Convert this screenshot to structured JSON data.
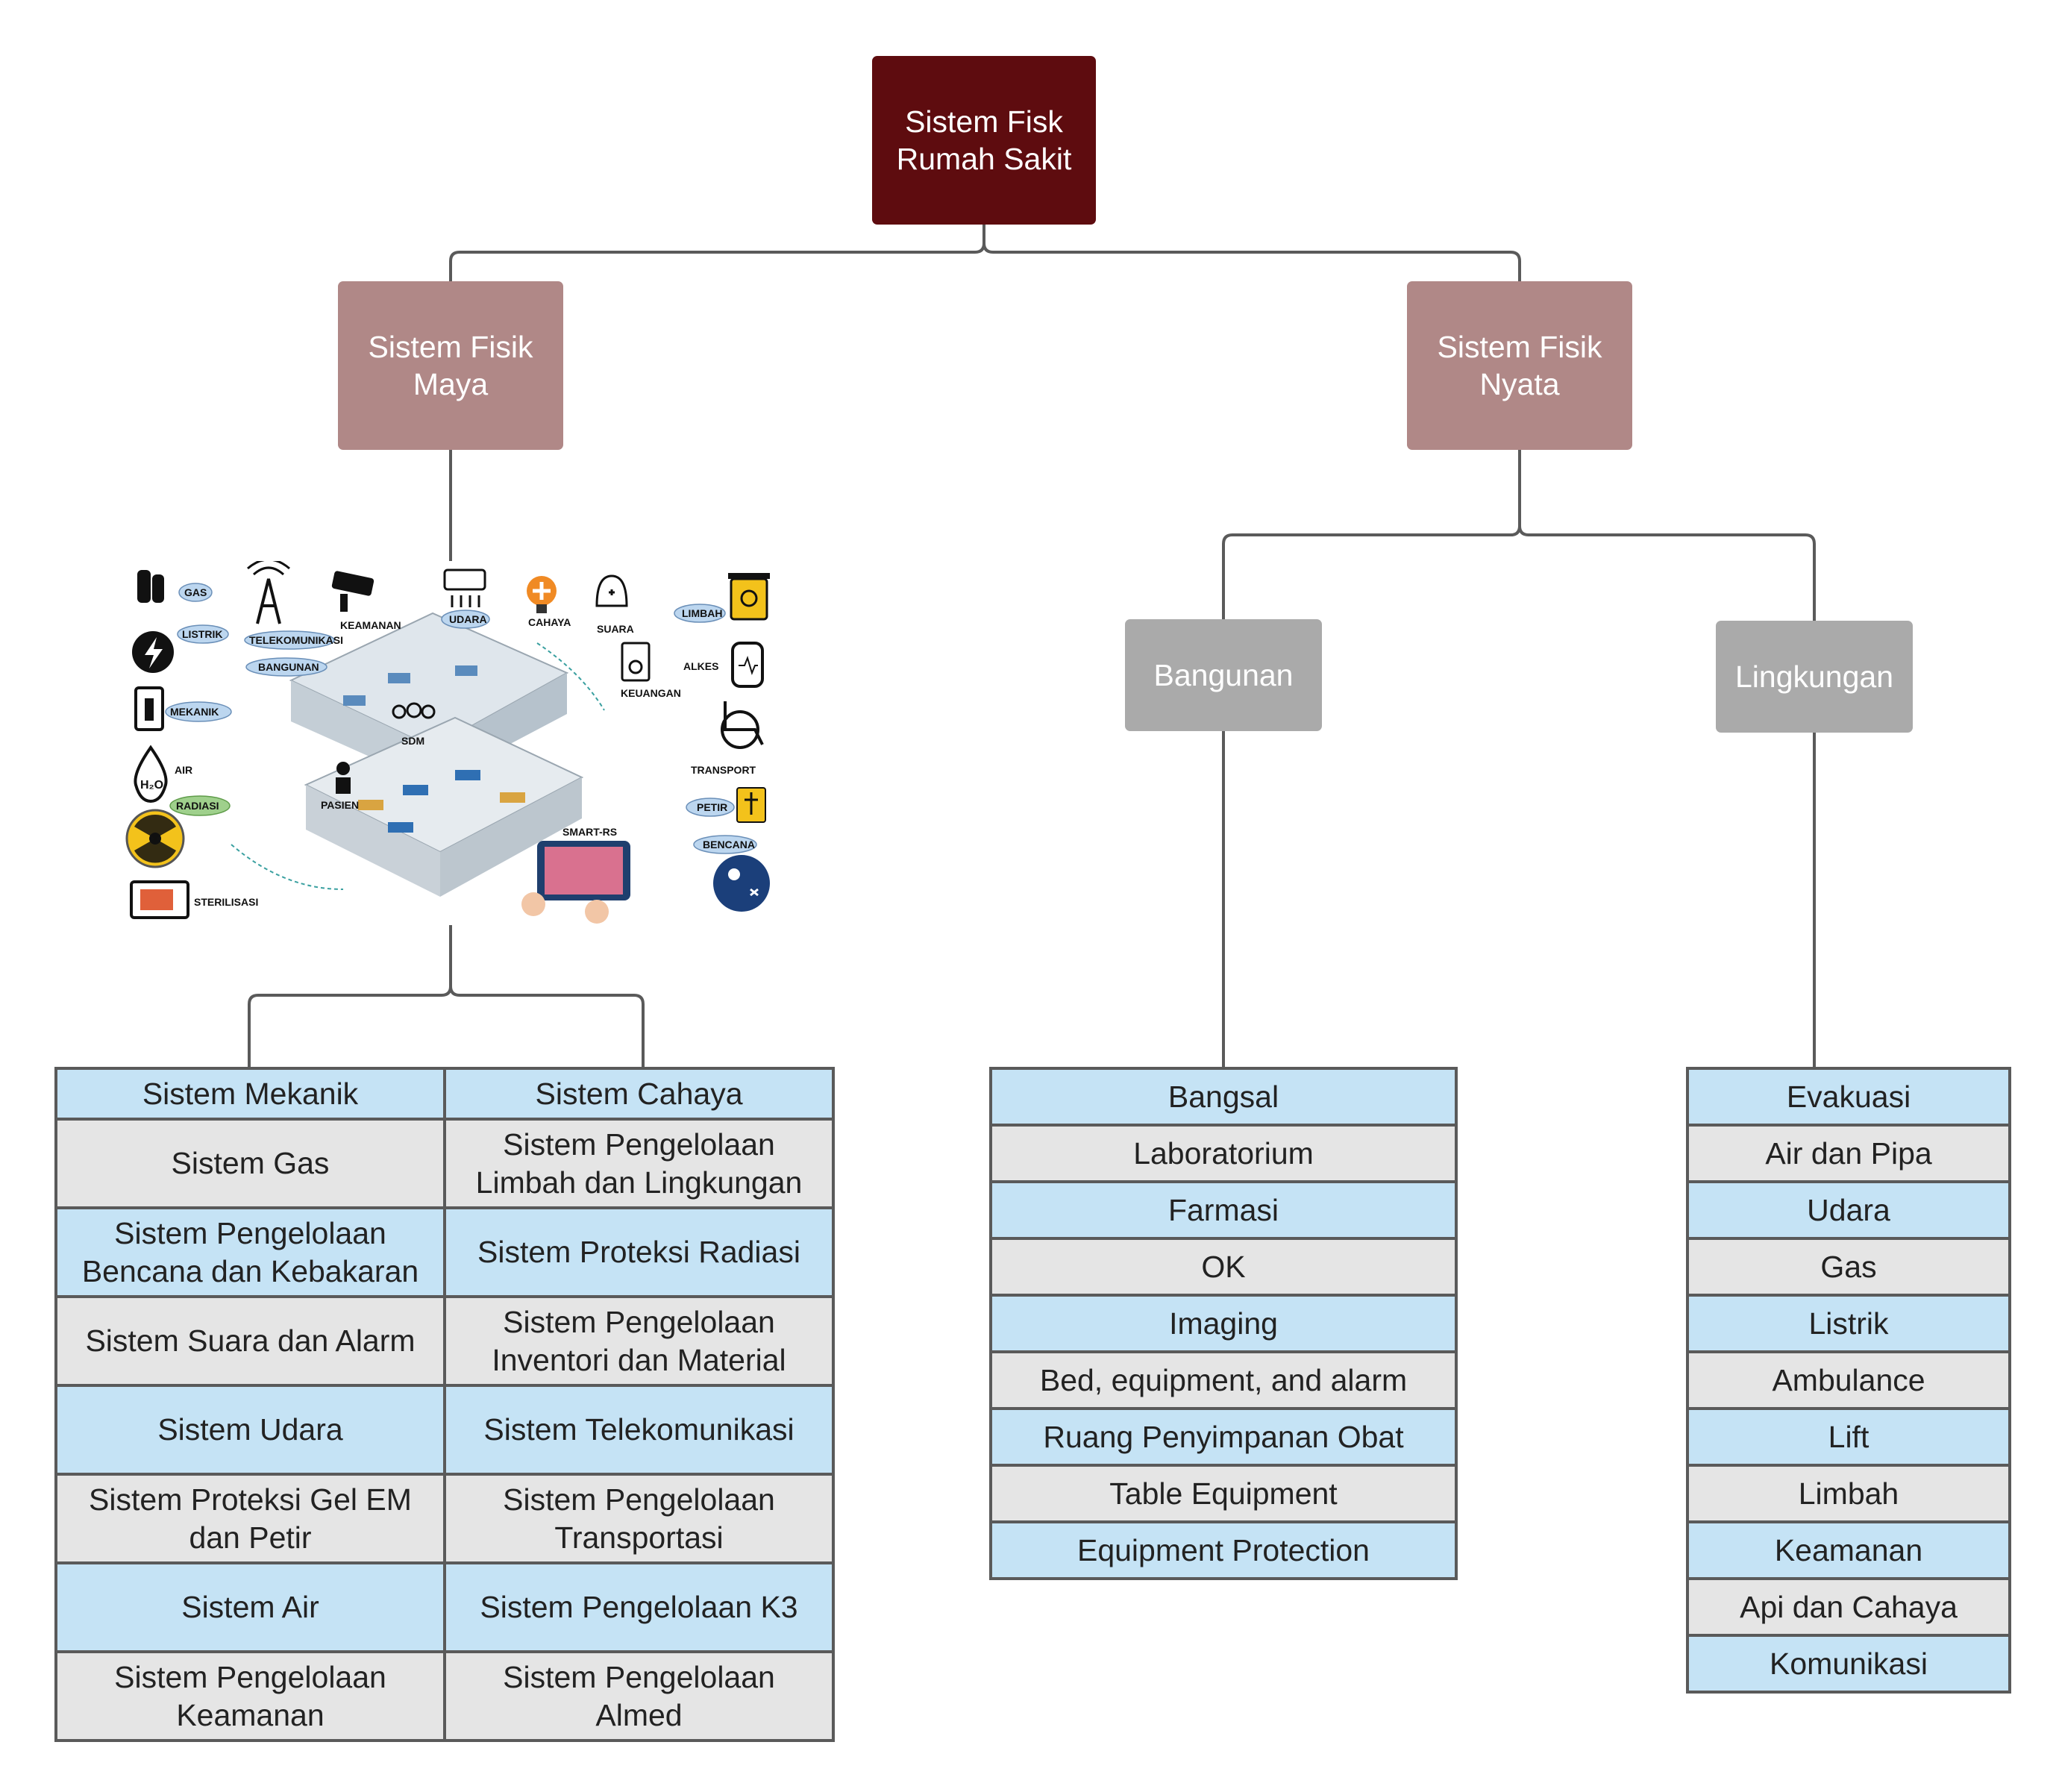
{
  "root": {
    "label": "Sistem Fisk\nRumah Sakit",
    "color": "#5e0c0f"
  },
  "cyber": {
    "label": "Sistem Fisik\nMaya",
    "color": "#b08887",
    "illustration_labels": {
      "gas": "GAS",
      "telekomunikasi": "TELEKOMUNIKASI",
      "keamanan": "KEAMANAN",
      "udara": "UDARA",
      "cahaya": "CAHAYA",
      "suara": "SUARA",
      "limbah": "LIMBAH",
      "listrik": "LISTRIK",
      "bangunan": "BANGUNAN",
      "keuangan": "KEUANGAN",
      "alkes": "ALKES",
      "mekanik": "MEKANIK",
      "sdm": "SDM",
      "air": "AIR",
      "radiasi": "RADIASI",
      "pasien": "PASIEN",
      "transport": "TRANSPORT",
      "petir": "PETIR",
      "smart_rs": "SMART-RS",
      "bencana": "BENCANA",
      "sterilisasi": "STERILISASI"
    },
    "table": [
      [
        "Sistem Mekanik",
        "Sistem Cahaya"
      ],
      [
        "Sistem Gas",
        "Sistem Pengelolaan\nLimbah dan Lingkungan"
      ],
      [
        "Sistem Pengelolaan\nBencana dan Kebakaran",
        "Sistem Proteksi Radiasi"
      ],
      [
        "Sistem Suara dan Alarm",
        "Sistem Pengelolaan\nInventori dan Material"
      ],
      [
        "Sistem Udara",
        "Sistem Telekomunikasi"
      ],
      [
        "Sistem Proteksi Gel EM\ndan Petir",
        "Sistem Pengelolaan\nTransportasi"
      ],
      [
        "Sistem Air",
        "Sistem Pengelolaan K3"
      ],
      [
        "Sistem Pengelolaan\nKeamanan",
        "Sistem Pengelolaan\nAlmed"
      ]
    ]
  },
  "physical": {
    "label": "Sistem Fisik\nNyata",
    "color": "#b08887",
    "bangunan": {
      "label": "Bangunan",
      "items": [
        "Bangsal",
        "Laboratorium",
        "Farmasi",
        "OK",
        "Imaging",
        "Bed, equipment, and alarm",
        "Ruang Penyimpanan Obat",
        "Table Equipment",
        "Equipment Protection"
      ]
    },
    "lingkungan": {
      "label": "Lingkungan",
      "items": [
        "Evakuasi",
        "Air dan Pipa",
        "Udara",
        "Gas",
        "Listrik",
        "Ambulance",
        "Lift",
        "Limbah",
        "Keamanan",
        "Api dan Cahaya",
        "Komunikasi"
      ]
    }
  },
  "colors": {
    "row_blue": "#c5e3f5",
    "row_gray": "#e5e5e5",
    "connector": "#5a5a5a",
    "level2": "#aaaaaa"
  }
}
